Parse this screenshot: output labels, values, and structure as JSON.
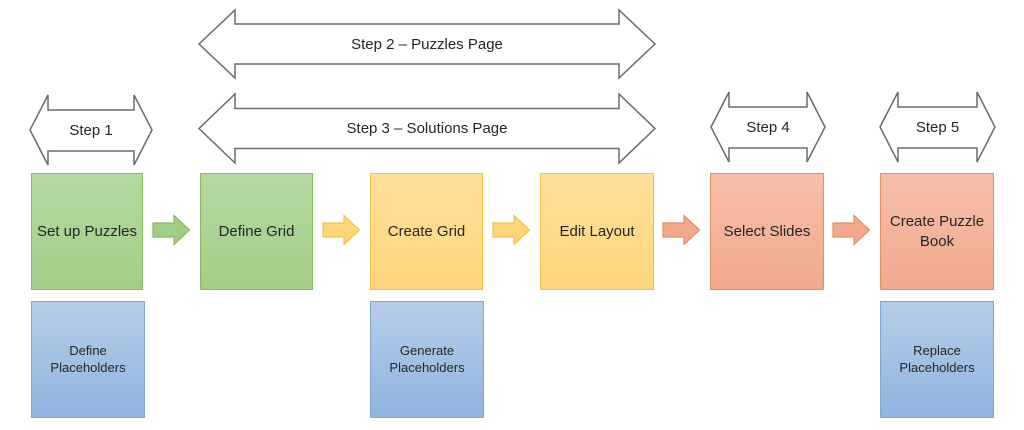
{
  "step_arrows": [
    {
      "label": "Step 1"
    },
    {
      "label": "Step 2 – Puzzles Page"
    },
    {
      "label": "Step 3 – Solutions Page"
    },
    {
      "label": "Step 4"
    },
    {
      "label": "Step 5"
    }
  ],
  "process_boxes": [
    {
      "label": "Set up Puzzles",
      "color": "green"
    },
    {
      "label": "Define Grid",
      "color": "green"
    },
    {
      "label": "Create Grid",
      "color": "yellow"
    },
    {
      "label": "Edit Layout",
      "color": "yellow"
    },
    {
      "label": "Select Slides",
      "color": "orange"
    },
    {
      "label": "Create Puzzle Book",
      "color": "orange"
    }
  ],
  "connector_arrows": [
    {
      "color": "green"
    },
    {
      "color": "yellow"
    },
    {
      "color": "yellow"
    },
    {
      "color": "orange"
    },
    {
      "color": "orange"
    }
  ],
  "placeholder_boxes": [
    {
      "label": "Define Placeholders"
    },
    {
      "label": "Generate Placeholders"
    },
    {
      "label": "Replace Placeholders"
    }
  ],
  "colors": {
    "green": {
      "grad1": "#B5D9A0",
      "grad2": "#A3CD87",
      "border": "#85BB65"
    },
    "yellow": {
      "grad1": "#FFE09C",
      "grad2": "#FDD67C",
      "border": "#F2C14A"
    },
    "orange": {
      "grad1": "#F7BFA9",
      "grad2": "#F0A98C",
      "border": "#E68E67"
    },
    "blue": {
      "grad1": "#B6CDE9",
      "grad2": "#8FB4DE",
      "border": "#7FA7D1"
    },
    "outline": "#6B6B6B",
    "text": "#262626"
  }
}
